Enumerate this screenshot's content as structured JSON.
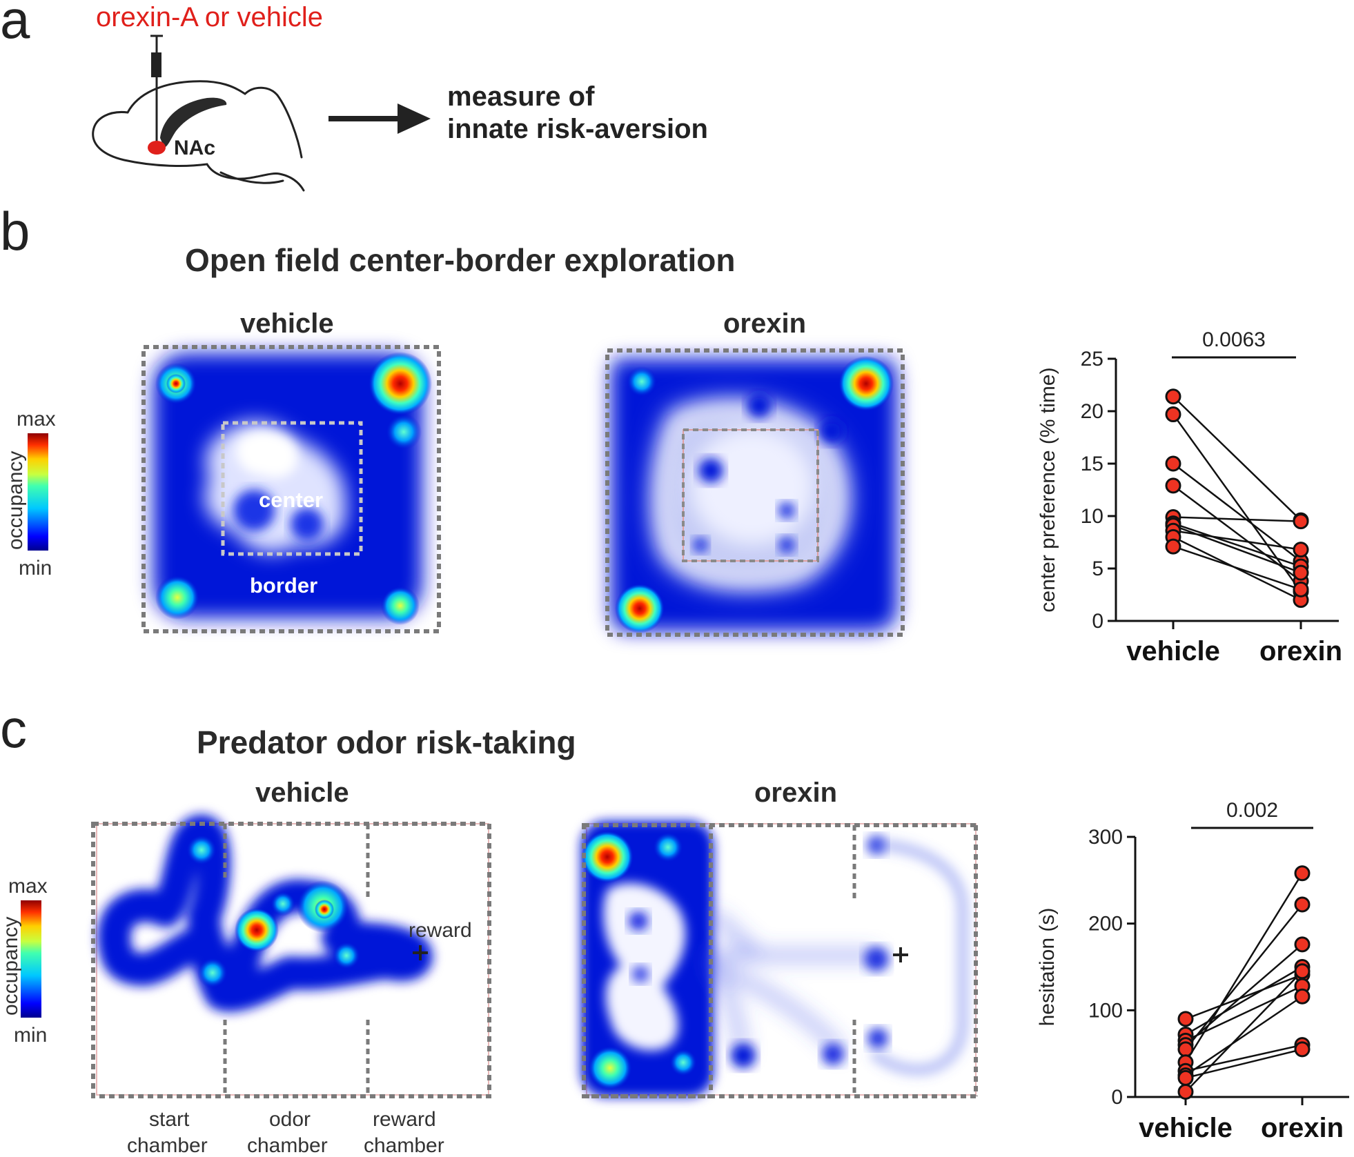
{
  "panel_a": {
    "letter": "a",
    "injection_label": "orexin-A or vehicle",
    "region_label": "NAc",
    "outcome_label_line1": "measure of",
    "outcome_label_line2": "innate risk-aversion"
  },
  "panel_b": {
    "letter": "b",
    "title": "Open field center-border exploration",
    "vehicle_label": "vehicle",
    "orexin_label": "orexin",
    "center_label": "center",
    "border_label": "border",
    "colorbar": {
      "max": "max",
      "min": "min",
      "title": "occupancy"
    }
  },
  "panel_c": {
    "letter": "c",
    "title": "Predator odor risk-taking",
    "vehicle_label": "vehicle",
    "orexin_label": "orexin",
    "reward_label": "reward",
    "chamber_labels": [
      {
        "line1": "start",
        "line2": "chamber"
      },
      {
        "line1": "odor",
        "line2": "chamber"
      },
      {
        "line1": "reward",
        "line2": "chamber"
      }
    ],
    "colorbar": {
      "max": "max",
      "min": "min",
      "title": "occupancy"
    }
  },
  "colors": {
    "point_fill": "#ee3322",
    "point_stroke": "#111111",
    "injection_red": "#e0201b",
    "heat_low": "#0a14c8",
    "heat_high": "#c80000"
  },
  "chart_data": [
    {
      "type": "scatter",
      "subtype": "paired-dot",
      "panel": "b",
      "categories": [
        "vehicle",
        "orexin"
      ],
      "ylabel": "center preference (% time)",
      "ylim": [
        0,
        25
      ],
      "yticks": [
        "0",
        "5",
        "10",
        "15",
        "20",
        "25"
      ],
      "p_value": "0.0063",
      "pairs": [
        {
          "vehicle": 21.4,
          "orexin": 9.6
        },
        {
          "vehicle": 19.7,
          "orexin": 2.8
        },
        {
          "vehicle": 15.0,
          "orexin": 5.7
        },
        {
          "vehicle": 12.9,
          "orexin": 3.8
        },
        {
          "vehicle": 9.9,
          "orexin": 9.5
        },
        {
          "vehicle": 9.3,
          "orexin": 5.2
        },
        {
          "vehicle": 9.1,
          "orexin": 4.6
        },
        {
          "vehicle": 8.6,
          "orexin": 6.8
        },
        {
          "vehicle": 8.0,
          "orexin": 2.0
        },
        {
          "vehicle": 7.1,
          "orexin": 3.0
        }
      ]
    },
    {
      "type": "scatter",
      "subtype": "paired-dot",
      "panel": "c",
      "categories": [
        "vehicle",
        "orexin"
      ],
      "ylabel": "hesitation (s)",
      "ylim": [
        0,
        300
      ],
      "yticks": [
        "0",
        "100",
        "200",
        "300"
      ],
      "p_value": "0.002",
      "pairs": [
        {
          "vehicle": 90,
          "orexin": 141
        },
        {
          "vehicle": 72,
          "orexin": 150
        },
        {
          "vehicle": 65,
          "orexin": 128
        },
        {
          "vehicle": 60,
          "orexin": 176
        },
        {
          "vehicle": 55,
          "orexin": 222
        },
        {
          "vehicle": 40,
          "orexin": 258
        },
        {
          "vehicle": 30,
          "orexin": 60
        },
        {
          "vehicle": 25,
          "orexin": 116
        },
        {
          "vehicle": 22,
          "orexin": 55
        },
        {
          "vehicle": 6,
          "orexin": 145
        }
      ]
    }
  ]
}
